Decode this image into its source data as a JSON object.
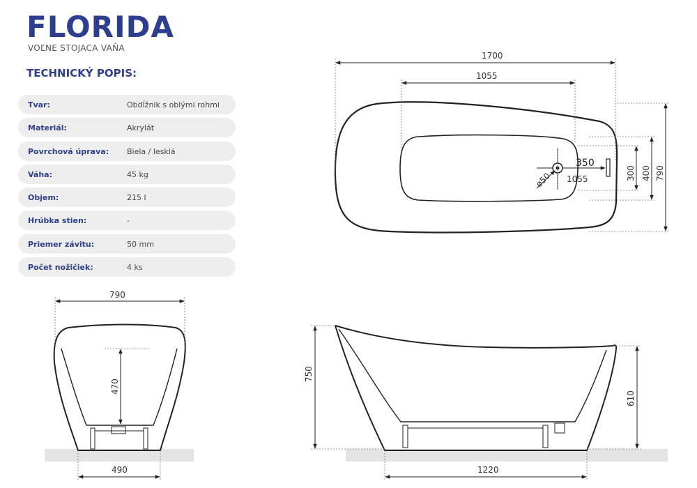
{
  "header": {
    "title": "FLORIDA",
    "subtitle": "VOĽNE STOJACA VAŇA",
    "section": "TECHNICKÝ POPIS:"
  },
  "specs": [
    {
      "label": "Tvar:",
      "value": "Obdĺžnik s oblými rohmi"
    },
    {
      "label": "Materiál:",
      "value": "Akrylát"
    },
    {
      "label": "Povrchová úprava:",
      "value": "Biela / lesklá"
    },
    {
      "label": "Váha:",
      "value": "45 kg"
    },
    {
      "label": "Objem:",
      "value": "215 l"
    },
    {
      "label": "Hrúbka stien:",
      "value": "-"
    },
    {
      "label": "Priemer závitu:",
      "value": "50 mm"
    },
    {
      "label": "Počet nožičiek:",
      "value": "4 ks"
    }
  ],
  "dimensions": {
    "top_total_length": "1700",
    "top_inner_length": "1055",
    "drain_offset": "350",
    "drain_inner": "1055",
    "drain_diameter": "ø50",
    "inner_width": "300",
    "mid_width": "400",
    "total_width": "790",
    "front_width": "790",
    "front_depth": "470",
    "front_base": "490",
    "side_height": "750",
    "side_low_height": "610",
    "side_base": "1220"
  },
  "colors": {
    "brand": "#2e3e8f",
    "row_bg": "#eeeeee",
    "floor": "#e4e4e4"
  }
}
